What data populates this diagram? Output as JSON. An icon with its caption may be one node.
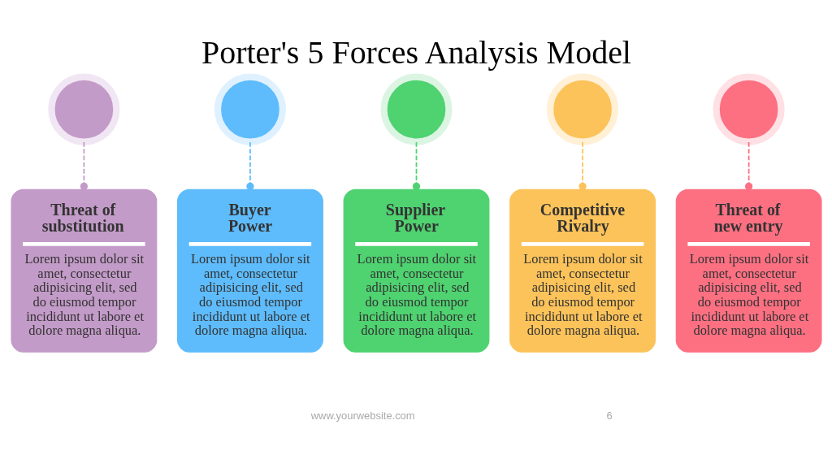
{
  "diagram": {
    "title": "Porter's 5 Forces Analysis Model",
    "nodes": [
      {
        "text": [],
        "shape": "circle"
      },
      {
        "text": [],
        "shape": "circle"
      },
      {
        "text": [],
        "shape": "circle"
      },
      {
        "text": [],
        "shape": "circle"
      },
      {
        "text": [],
        "shape": "circle"
      },
      {
        "text": [
          "Threat of substitution",
          "Lorem ipsum dolor sit amet, consectetur adipisicing elit, sed do eiusmod tempor incididunt ut labore et dolore magna aliqua."
        ]
      },
      {
        "text": [
          "Buyer Power",
          "Lorem ipsum dolor sit amet, consectetur adipisicing elit, sed do eiusmod tempor incididunt ut labore et dolore magna aliqua."
        ]
      },
      {
        "text": [
          "Supplier Power",
          "Lorem ipsum dolor sit amet, consectetur adipisicing elit, sed do eiusmod tempor incididunt ut labore et dolore magna aliqua."
        ]
      },
      {
        "text": [
          "Competitive Rivalry",
          "Lorem ipsum dolor sit amet, consectetur adipisicing elit, sed do eiusmod tempor incididunt ut labore et dolore magna aliqua."
        ]
      },
      {
        "text": [
          "Threat of new entry",
          "Lorem ipsum dolor sit amet, consectetur adipisicing elit, sed do eiusmod tempor incididunt ut labore et dolore magna aliqua."
        ]
      }
    ],
    "edges": [
      {
        "from": 0,
        "to": 5,
        "arrow": "other",
        "style": "dashed",
        "color": "#c39bc8"
      },
      {
        "from": 1,
        "to": 6,
        "arrow": "other",
        "style": "dashed",
        "color": "#5ebcfc"
      },
      {
        "from": 2,
        "to": 7,
        "arrow": "other",
        "style": "dashed",
        "color": "#4fd270"
      },
      {
        "from": 3,
        "to": 8,
        "arrow": "other",
        "style": "dashed",
        "color": "#fcc35a"
      },
      {
        "from": 4,
        "to": 9,
        "arrow": "other",
        "style": "dashed",
        "color": "#fc7082"
      }
    ],
    "labels": [
      "www.yourwebsite.com",
      "6"
    ]
  }
}
